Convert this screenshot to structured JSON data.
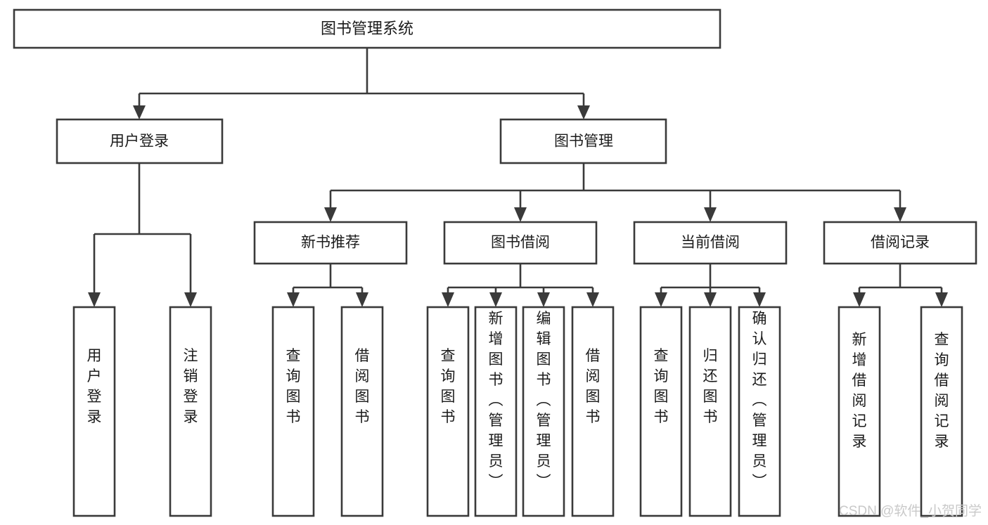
{
  "diagram": {
    "title": "图书管理系统",
    "type": "tree",
    "orientation": "top-down",
    "colors": {
      "box_stroke": "#3a3a3a",
      "box_fill": "#ffffff",
      "text": "#1b1b1b",
      "connector": "#3a3a3a",
      "watermark": "#c9c9c9",
      "background": "#ffffff"
    },
    "root": {
      "label": "图书管理系统"
    },
    "level2": [
      {
        "label": "用户登录"
      },
      {
        "label": "图书管理"
      }
    ],
    "level3": [
      {
        "label": "新书推荐"
      },
      {
        "label": "图书借阅"
      },
      {
        "label": "当前借阅"
      },
      {
        "label": "借阅记录"
      }
    ],
    "leaves_user_login": [
      {
        "label": "用户登录"
      },
      {
        "label": "注销登录"
      }
    ],
    "leaves_new_book": [
      {
        "label": "查询图书"
      },
      {
        "label": "借阅图书"
      }
    ],
    "leaves_borrow": [
      {
        "label": "查询图书"
      },
      {
        "label": "新增图书（管理员）"
      },
      {
        "label": "编辑图书（管理员）"
      },
      {
        "label": "借阅图书"
      }
    ],
    "leaves_current": [
      {
        "label": "查询图书"
      },
      {
        "label": "归还图书"
      },
      {
        "label": "确认归还（管理员）"
      }
    ],
    "leaves_records": [
      {
        "label": "新增借阅记录"
      },
      {
        "label": "查询借阅记录"
      }
    ]
  },
  "watermark": {
    "text": "CSDN @软件_小贺同学"
  }
}
